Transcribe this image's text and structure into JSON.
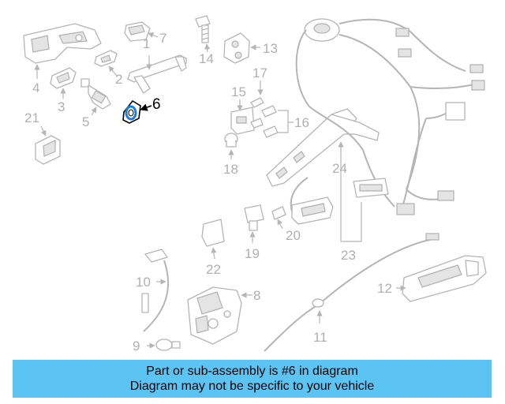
{
  "callouts": {
    "c1": "1",
    "c2": "2",
    "c3": "3",
    "c4": "4",
    "c5": "5",
    "c6": "6",
    "c7": "7",
    "c8": "8",
    "c9": "9",
    "c10": "10",
    "c11": "11",
    "c12": "12",
    "c13": "13",
    "c14": "14",
    "c15": "15",
    "c16": "16",
    "c17": "17",
    "c18": "18",
    "c19": "19",
    "c20": "20",
    "c21": "21",
    "c22": "22",
    "c23": "23",
    "c24": "24"
  },
  "highlighted_part": "6",
  "highlight_color": "#1a7fd4",
  "banner": {
    "line1": "Part or sub-assembly is #6 in diagram",
    "line2": "Diagram may not be specific to your vehicle",
    "background": "#5bc4f2"
  }
}
